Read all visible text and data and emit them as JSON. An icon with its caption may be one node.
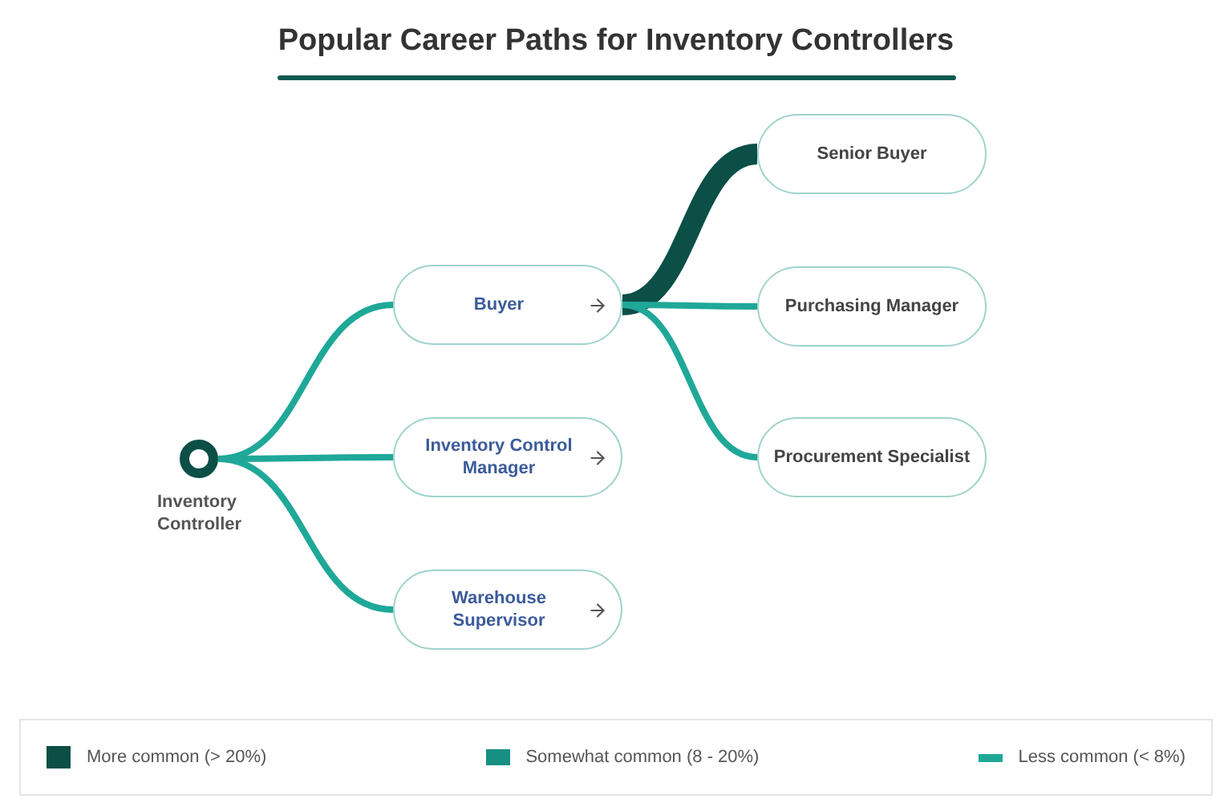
{
  "diagram": {
    "title": "Popular Career Paths for Inventory Controllers",
    "nodes": [
      {
        "text": [],
        "shape": "circle",
        "beside": [
          "Inventory Controller"
        ]
      },
      {
        "text": [
          "Buyer"
        ]
      },
      {
        "text": [
          "Inventory Control Manager"
        ]
      },
      {
        "text": [
          "Warehouse Supervisor"
        ]
      },
      {
        "text": [
          "Senior Buyer"
        ]
      },
      {
        "text": [
          "Purchasing Manager"
        ]
      },
      {
        "text": [
          "Procurement Specialist"
        ]
      }
    ],
    "edges": [
      {
        "from": 0,
        "to": 1,
        "arrow": "none"
      },
      {
        "from": 0,
        "to": 2,
        "arrow": "none"
      },
      {
        "from": 0,
        "to": 3,
        "arrow": "none"
      },
      {
        "from": 1,
        "to": 4,
        "arrow": "none",
        "style": "thick",
        "color": "#0b4f47"
      },
      {
        "from": 1,
        "to": 5,
        "arrow": "none"
      },
      {
        "from": 1,
        "to": 6,
        "arrow": "none"
      }
    ],
    "legend": [
      {
        "text": "More common (> 20%)",
        "color": "#0b4f47"
      },
      {
        "text": "Somewhat common (8 - 20%)",
        "color": "#168f82"
      },
      {
        "text": "Less common (< 8%)",
        "color": "#1fa898"
      }
    ]
  }
}
